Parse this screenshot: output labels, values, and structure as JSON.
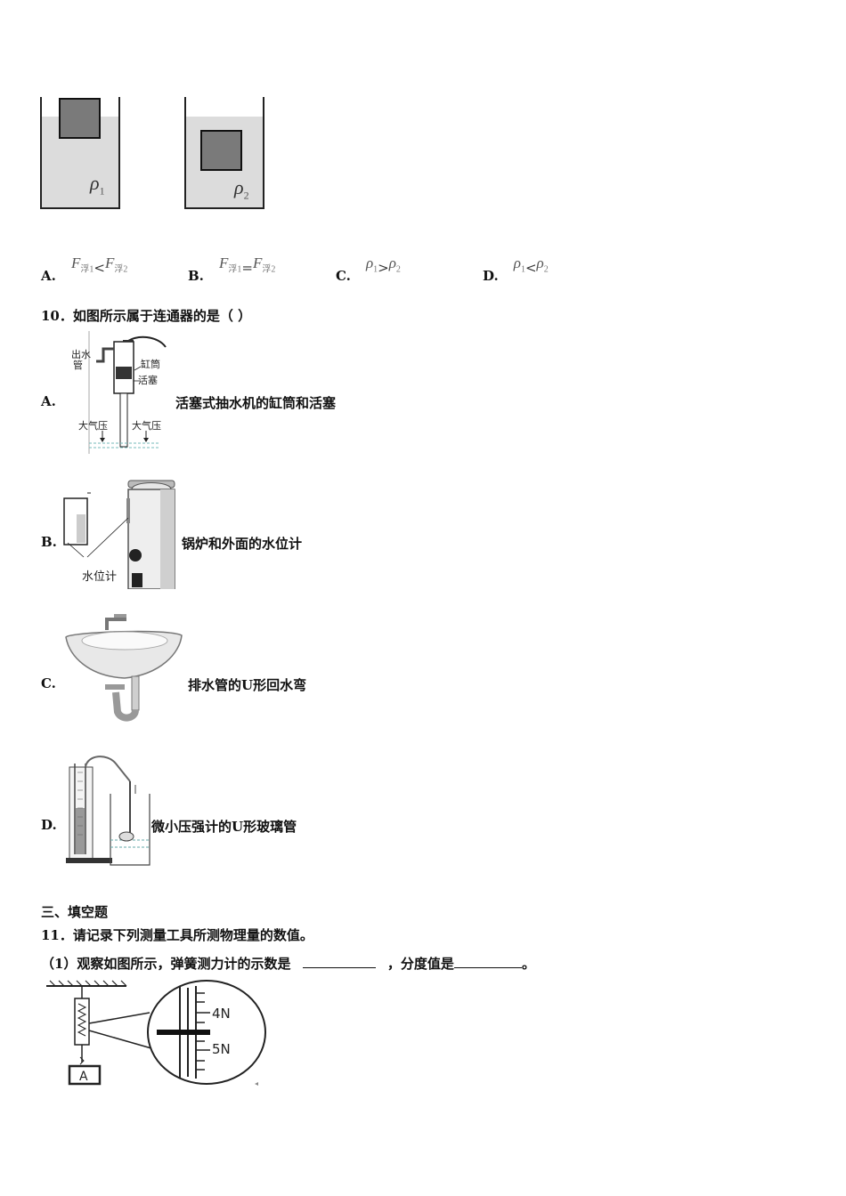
{
  "q9": {
    "figure_labels": {
      "rho1": "ρ",
      "rho1_sub": "1",
      "rho2": "ρ",
      "rho2_sub": "2"
    },
    "options": [
      {
        "letter": "A.",
        "lhs": "F",
        "lhs_sub": "浮1",
        "rel": "<",
        "rhs": "F",
        "rhs_sub": "浮2"
      },
      {
        "letter": "B.",
        "lhs": "F",
        "lhs_sub": "浮1",
        "rel": "=",
        "rhs": "F",
        "rhs_sub": "浮2"
      },
      {
        "letter": "C.",
        "lhs": "ρ",
        "lhs_sub": "1",
        "rel": ">",
        "rhs": "ρ",
        "rhs_sub": "2"
      },
      {
        "letter": "D.",
        "lhs": "ρ",
        "lhs_sub": "1",
        "rel": "<",
        "rhs": "ρ",
        "rhs_sub": "2"
      }
    ]
  },
  "q10": {
    "stem": "10．如图所示属于连通器的是（  ）",
    "options": [
      {
        "letter": "A.",
        "text": "活塞式抽水机的缸筒和活塞",
        "labels": {
          "outlet1": "出水",
          "outlet2": "管",
          "cylinder": "缸筒",
          "piston": "活塞",
          "atm_left": "大气压",
          "atm_right": "大气压"
        }
      },
      {
        "letter": "B.",
        "text": "锅炉和外面的水位计",
        "labels": {
          "gauge": "水位计"
        }
      },
      {
        "letter": "C.",
        "text": "排水管的U形回水弯"
      },
      {
        "letter": "D.",
        "text": "微小压强计的U形玻璃管"
      }
    ]
  },
  "section3": {
    "heading": "三、填空题"
  },
  "q11": {
    "stem": "11．请记录下列测量工具所测物理量的数值。",
    "part1_a": "（1）观察如图所示，弹簧测力计的示数是",
    "part1_b": "，分度值是",
    "part1_end": "。",
    "figure_labels": {
      "mark4": "4N",
      "mark5": "5N",
      "block": "A"
    }
  }
}
